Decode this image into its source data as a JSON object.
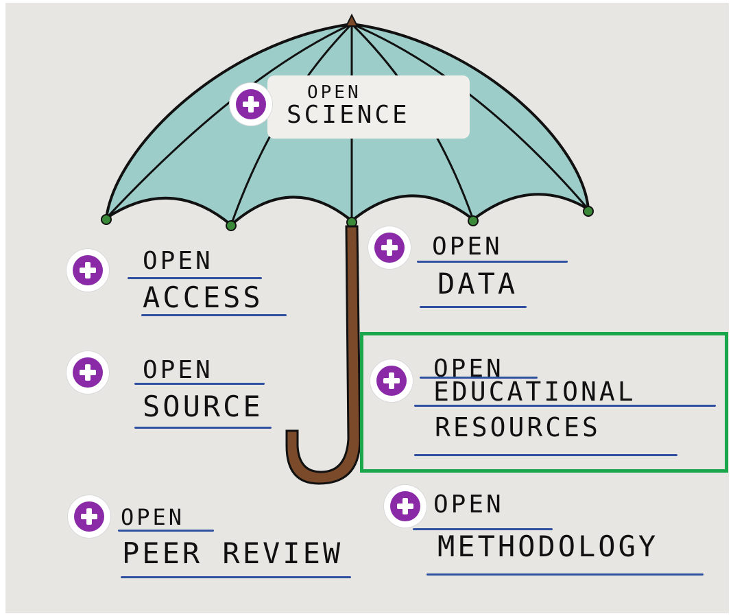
{
  "diagram": {
    "top_label": {
      "line1": "OPEN",
      "line2": "SCIENCE"
    },
    "items": [
      {
        "line1": "OPEN",
        "line2": "ACCESS"
      },
      {
        "line1": "OPEN",
        "line2": "DATA"
      },
      {
        "line1": "OPEN",
        "line2": "SOURCE"
      },
      {
        "line1": "OPEN",
        "line2": "EDUCATIONAL",
        "line3": "RESOURCES"
      },
      {
        "line1": "OPEN",
        "line2": "PEER REVIEW"
      },
      {
        "line1": "OPEN",
        "line2": "METHODOLOGY"
      }
    ],
    "colors": {
      "canopy": "#9ccdc9",
      "handle": "#7a4a2a",
      "plus_button": "#8a2aa7",
      "underline": "#2f4fa0",
      "highlight": "#1aa64a"
    },
    "icons": {
      "expand": "plus-icon"
    },
    "highlighted_item": "OPEN EDUCATIONAL RESOURCES"
  }
}
